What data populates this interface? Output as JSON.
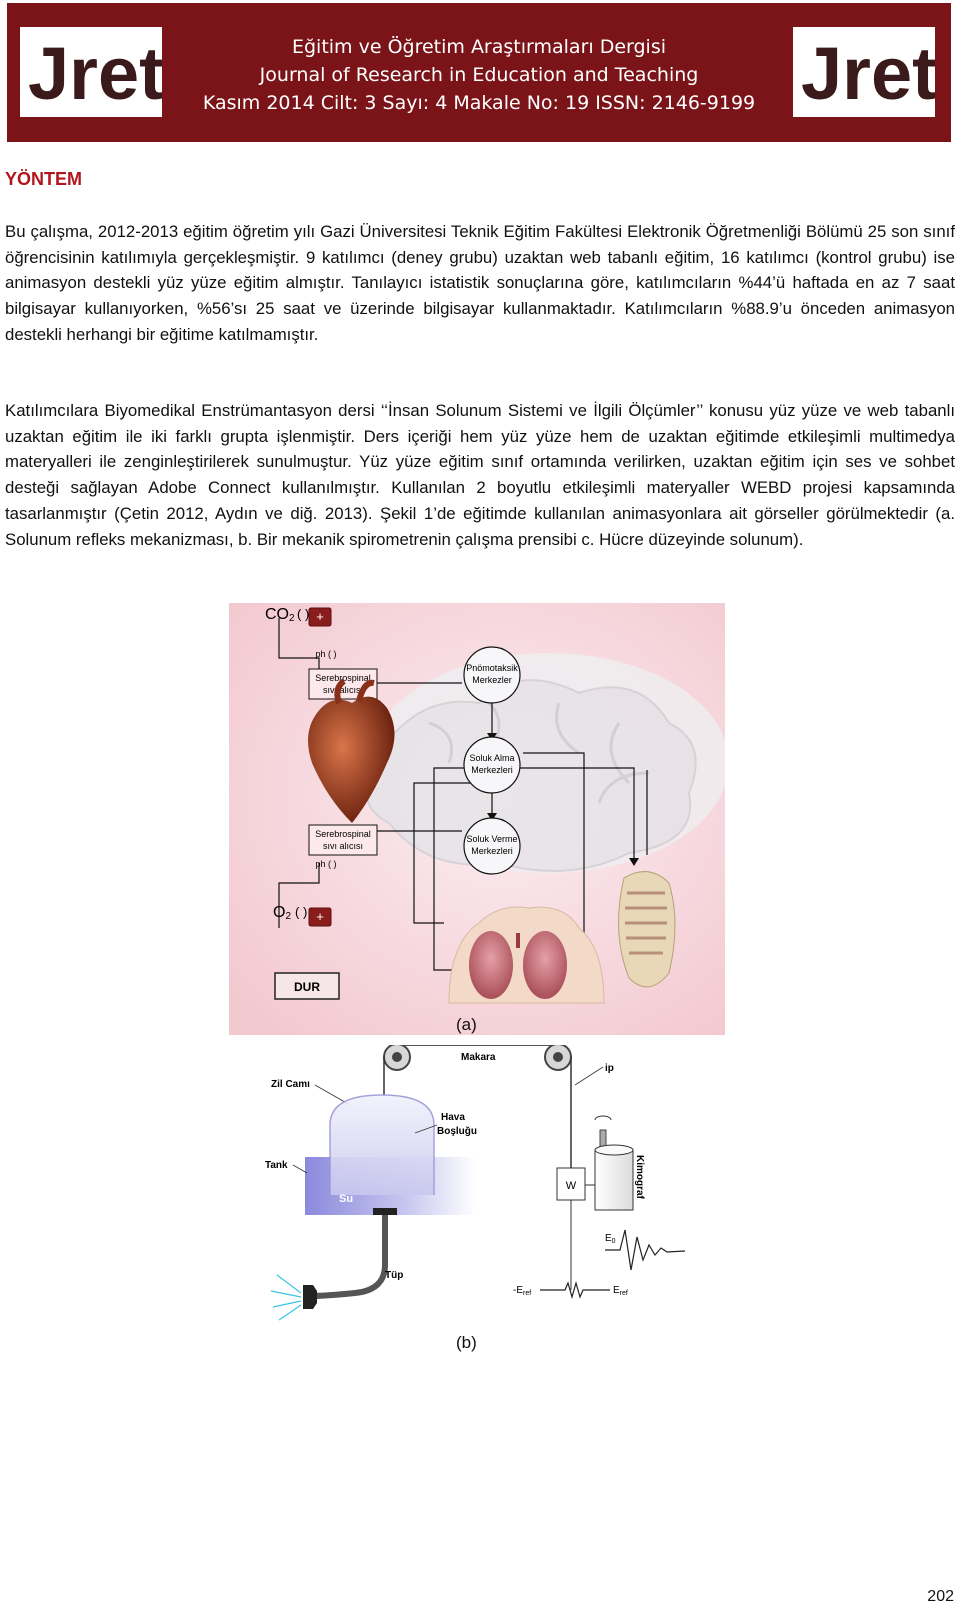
{
  "header": {
    "logo_text": "Jret",
    "journal_tr": "Eğitim ve Öğretim Araştırmaları Dergisi",
    "journal_en": "Journal of Research in Education and Teaching",
    "issue_line": "Kasım 2014  Cilt: 3  Sayı: 4  Makale No: 19   ISSN: 2146-9199"
  },
  "section_title": "YÖNTEM",
  "paragraphs": [
    "Bu çalışma, 2012-2013 eğitim öğretim yılı Gazi Üniversitesi Teknik Eğitim Fakültesi Elektronik Öğretmenliği Bölümü 25 son sınıf öğrencisinin katılımıyla gerçekleşmiştir. 9 katılımcı (deney grubu) uzaktan web tabanlı eğitim, 16 katılımcı (kontrol grubu) ise animasyon destekli yüz yüze eğitim almıştır. Tanılayıcı istatistik sonuçlarına göre, katılımcıların %44’ü haftada en az 7 saat bilgisayar kullanıyorken, %56’sı 25 saat ve üzerinde bilgisayar kullanmaktadır. Katılımcıların %88.9’u önceden animasyon destekli herhangi bir eğitime katılmamıştır.",
    "Katılımcılara Biyomedikal Enstrümantasyon dersi ‘‘İnsan Solunum Sistemi ve İlgili Ölçümler’’ konusu yüz yüze ve web tabanlı uzaktan eğitim ile iki farklı grupta işlenmiştir. Ders içeriği hem yüz yüze hem de uzaktan eğitimde etkileşimli multimedya materyalleri ile zenginleştirilerek sunulmuştur. Yüz yüze eğitim sınıf ortamında verilirken, uzaktan eğitim için ses ve sohbet desteği sağlayan Adobe Connect kullanılmıştır. Kullanılan 2 boyutlu etkileşimli materyaller WEBD projesi kapsamında tasarlanmıştır (Çetin 2012, Aydın ve diğ. 2013). Şekil 1’de eğitimde kullanılan animasyonlara ait görseller görülmektedir (a. Solunum refleks mekanizması, b. Bir mekanik spirometrenin çalışma prensibi c. Hücre düzeyinde solunum)."
  ],
  "figure_a": {
    "co2": "CO",
    "co2_sub": "2",
    "o2": "O",
    "o2_sub": "2",
    "paren": "( )",
    "plus": "+",
    "ph_top": "ph (    )",
    "ph_bottom": "ph (    )",
    "csf_line1": "Serebrospinal",
    "csf_line2": "sıvı alıcısı",
    "pneumo_1": "Pnömotaksik",
    "pneumo_2": "Merkezler",
    "insp_1": "Soluk Alma",
    "insp_2": "Merkezleri",
    "exp_1": "Soluk Verme",
    "exp_2": "Merkezleri",
    "stop": "DUR",
    "caption": "(a)"
  },
  "figure_b": {
    "pulley": "Makara",
    "bell": "Zil Camı",
    "rope": "ip",
    "air_1": "Hava",
    "air_2": "Boşluğu",
    "tank": "Tank",
    "water": "Su",
    "tube": "Tüp",
    "weight": "W",
    "kymo": "Kimograf",
    "e0": "E",
    "e0_sub": "0",
    "neg_eref": "-E",
    "eref": "E",
    "eref_sub": "ref",
    "caption": "(b)"
  },
  "page_number": "202",
  "colors": {
    "header_bg": "#7a1419",
    "section_title": "#b0161c",
    "stop_button": "#8b1c1c"
  }
}
